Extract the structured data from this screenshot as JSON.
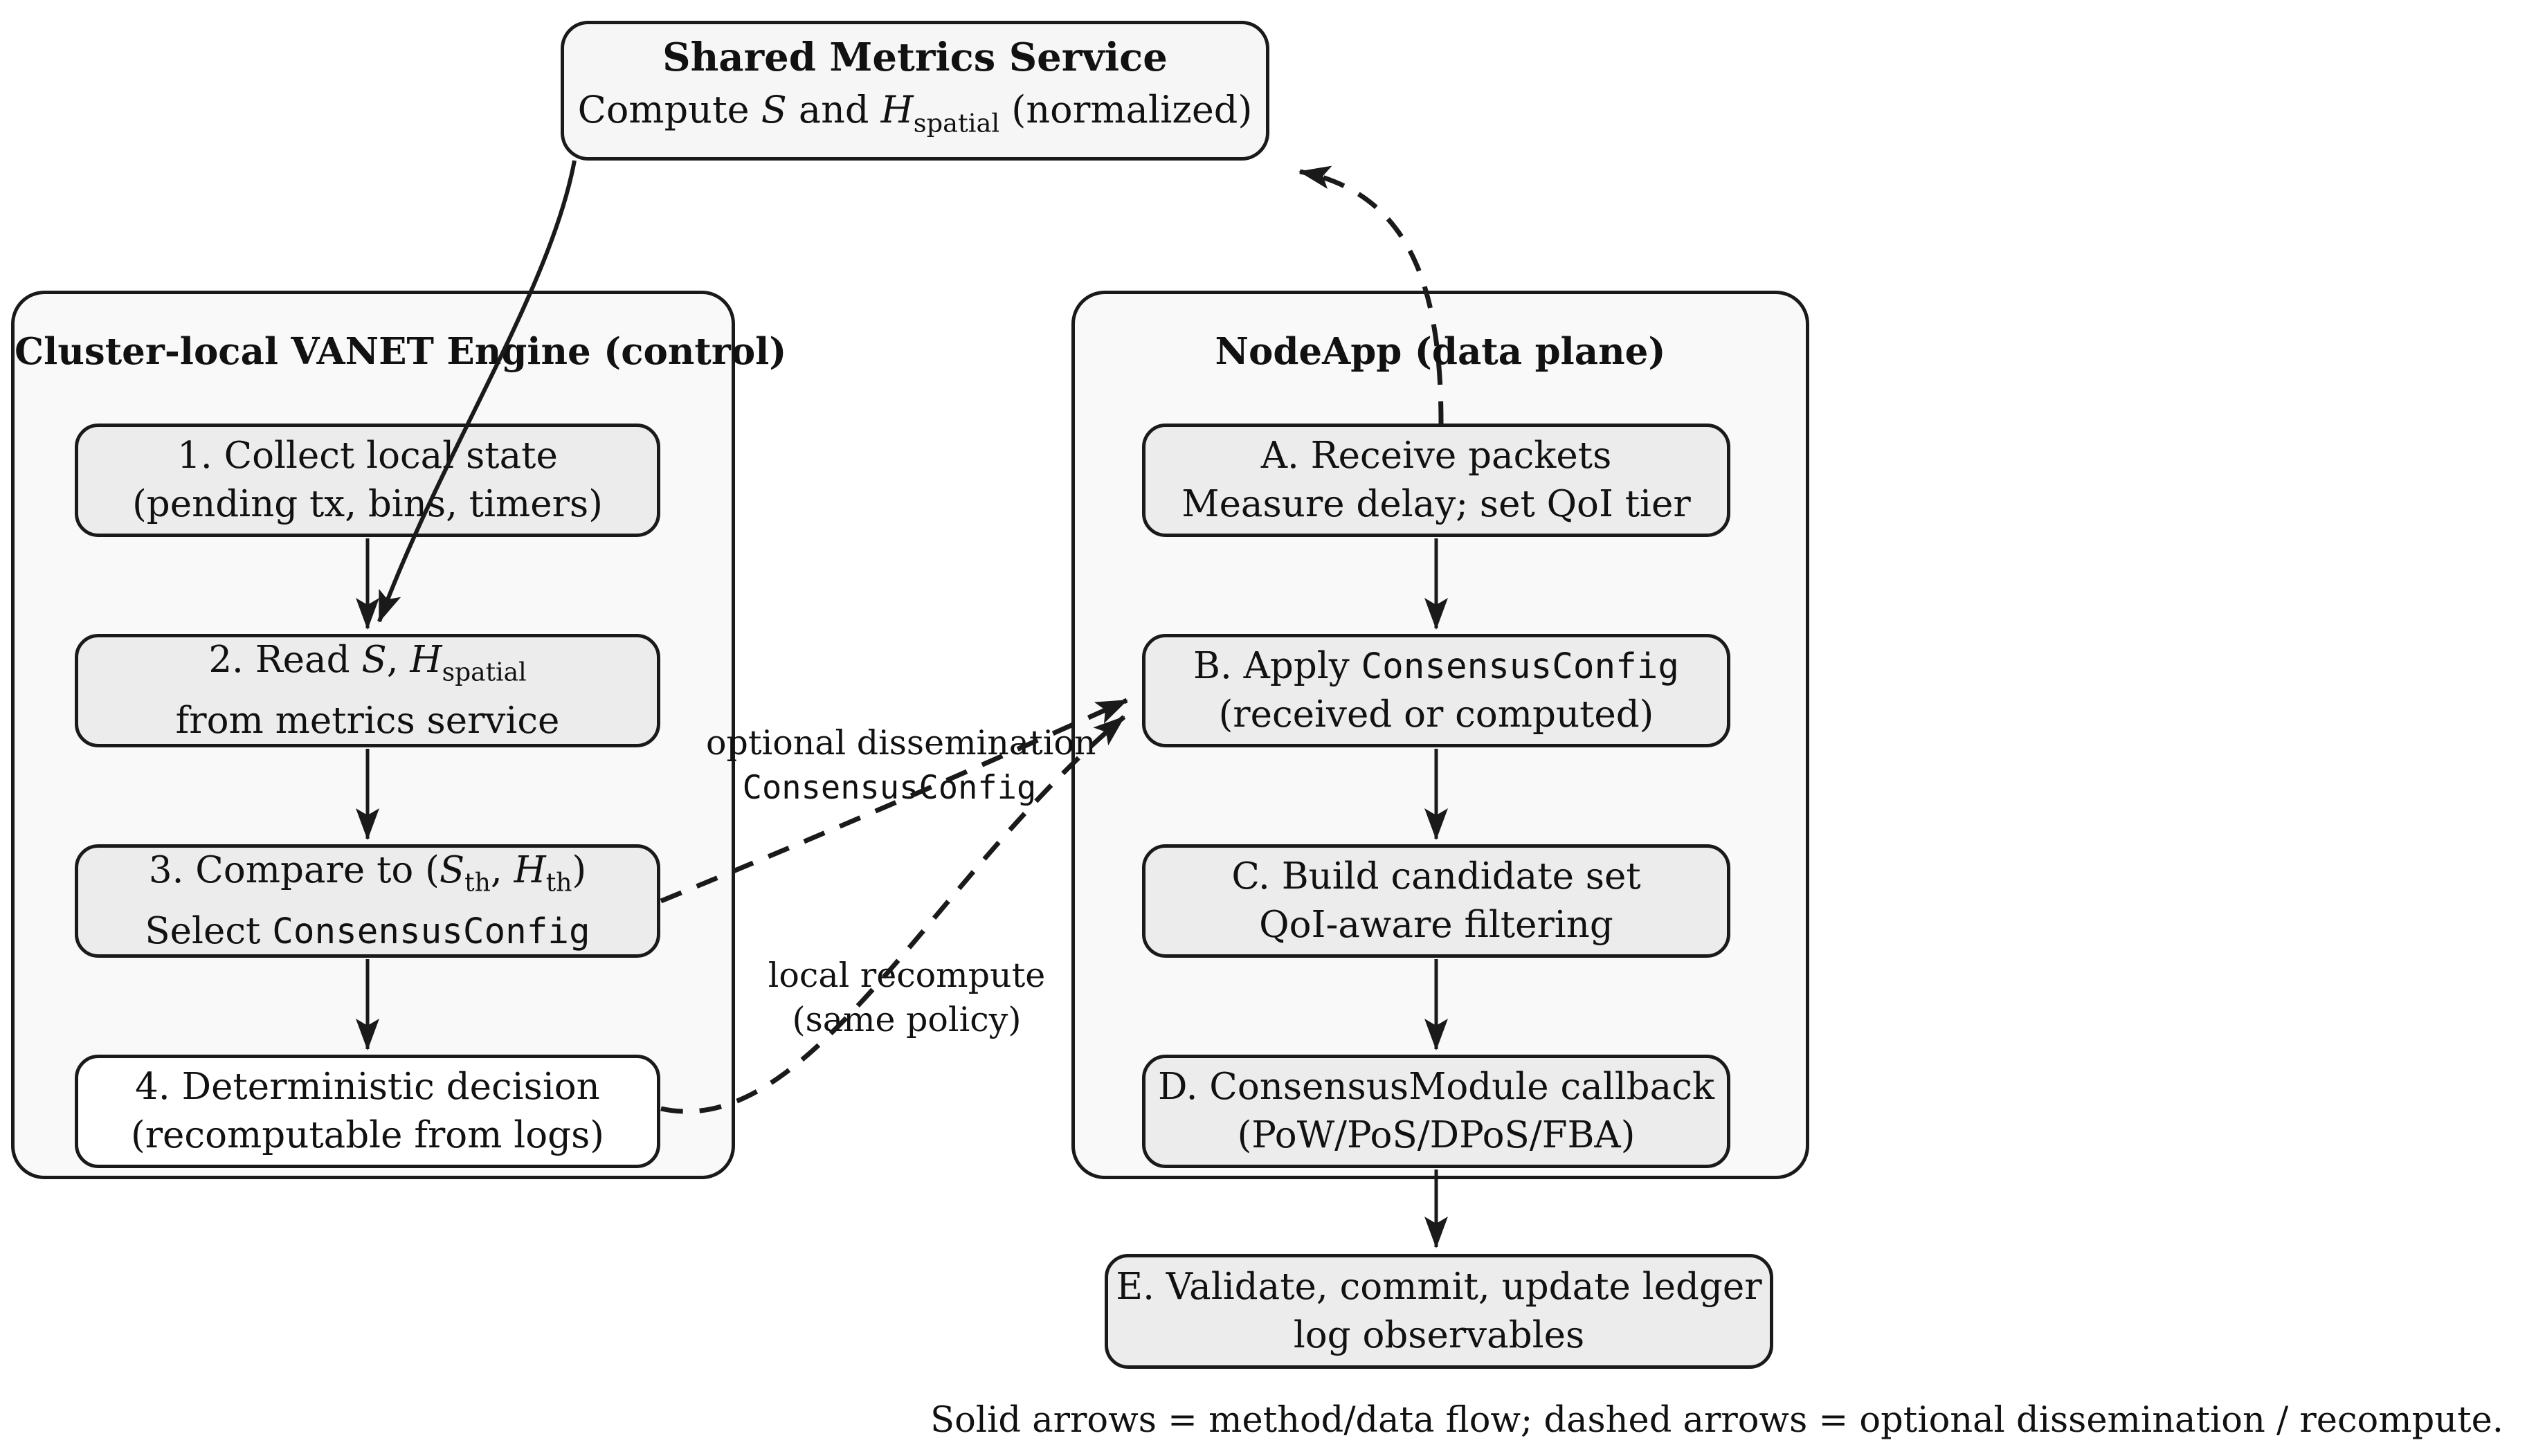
{
  "palette": {
    "background": "#ffffff",
    "container_fill": "#f9f9f9",
    "box_fill": "#ececec",
    "highlight_box_fill": "#ffffff",
    "metrics_box_fill": "#f6f6f6",
    "line_and_border": "#1a1a1a"
  },
  "shared_metrics_box": {
    "title": "Shared Metrics Service",
    "subtitle_rich": [
      {
        "t": "Compute "
      },
      {
        "t": "S",
        "s": [
          "i"
        ]
      },
      {
        "t": " and "
      },
      {
        "t": "H",
        "s": [
          "i"
        ]
      },
      {
        "t": "spatial",
        "s": [
          "sub"
        ]
      },
      {
        "t": " (normalized)"
      }
    ]
  },
  "left_container": {
    "title": "Cluster-local VANET Engine (control)",
    "boxes": [
      {
        "line1": "1. Collect local state",
        "line2": "(pending tx, bins, timers)"
      },
      {
        "line1_rich": [
          {
            "t": "2. Read "
          },
          {
            "t": "S",
            "s": [
              "i"
            ]
          },
          {
            "t": ", "
          },
          {
            "t": "H",
            "s": [
              "i"
            ]
          },
          {
            "t": "spatial",
            "s": [
              "sub"
            ]
          }
        ],
        "line2": "from metrics service"
      },
      {
        "line1_rich": [
          {
            "t": "3. Compare to ("
          },
          {
            "t": "S",
            "s": [
              "i"
            ]
          },
          {
            "t": "th",
            "s": [
              "sub"
            ]
          },
          {
            "t": ", "
          },
          {
            "t": "H",
            "s": [
              "i"
            ]
          },
          {
            "t": "th",
            "s": [
              "sub"
            ]
          },
          {
            "t": ")"
          }
        ],
        "line2_rich": [
          {
            "t": "Select "
          },
          {
            "t": "ConsensusConfig",
            "s": [
              "mono"
            ]
          }
        ]
      },
      {
        "line1": "4. Deterministic decision",
        "line2": "(recomputable from logs)"
      }
    ]
  },
  "right_container": {
    "title": "NodeApp (data plane)",
    "boxes": [
      {
        "line1": "A. Receive packets",
        "line2": "Measure delay; set QoI tier"
      },
      {
        "line1_rich": [
          {
            "t": "B. Apply "
          },
          {
            "t": "ConsensusConfig",
            "s": [
              "mono"
            ]
          }
        ],
        "line2": "(received or computed)"
      },
      {
        "line1": "C. Build candidate set",
        "line2": "QoI-aware filtering"
      },
      {
        "line1": "D. ConsensusModule callback",
        "line2": "(PoW/PoS/DPoS/FBA)"
      }
    ]
  },
  "ledger_box": {
    "line1": "E. Validate, commit, update ledger",
    "line2": "log observables"
  },
  "edge_labels": {
    "dissemination_line1": "optional dissemination",
    "dissemination_line2_rich": [
      {
        "t": "ConsensusConfig",
        "s": [
          "mono"
        ]
      }
    ],
    "recompute_line1": "local recompute",
    "recompute_line2": "(same policy)"
  },
  "caption": "Solid arrows = method/data flow;  dashed arrows = optional dissemination / recompute."
}
